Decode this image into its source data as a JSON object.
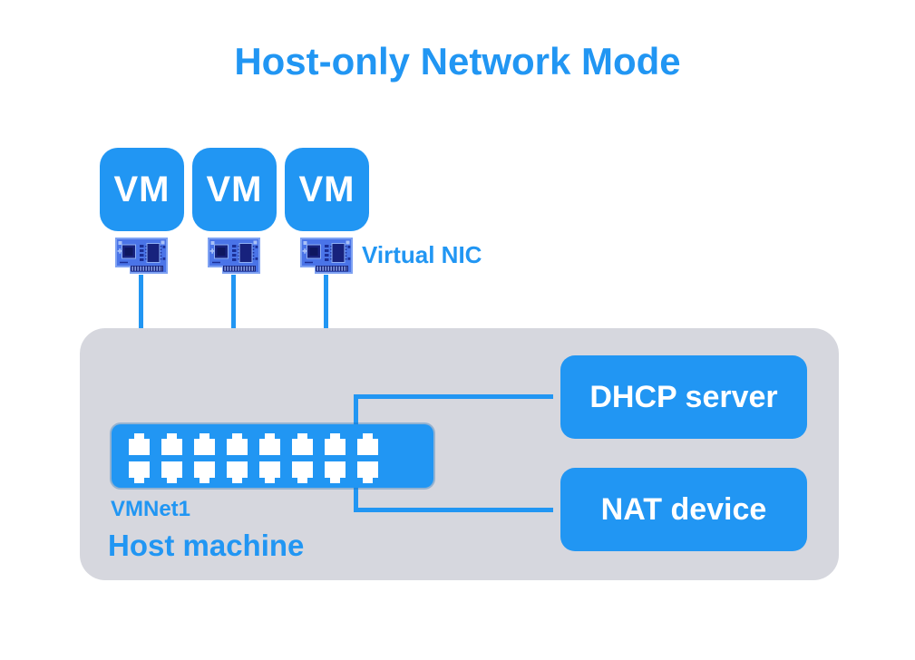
{
  "title": "Host-only Network Mode",
  "colors": {
    "primary_blue": "#2196f3",
    "host_box_gray": "#d6d7de",
    "text_on_blue": "#ffffff",
    "nic_card_blue": "#4a74e8",
    "nic_chip_navy": "#17227d"
  },
  "vms": [
    {
      "label": "VM"
    },
    {
      "label": "VM"
    },
    {
      "label": "VM"
    }
  ],
  "virtual_nic_label": "Virtual NIC",
  "host": {
    "switch_label": "VMNet1",
    "label": "Host machine",
    "switch_port_columns": 8,
    "switch_port_rows": 2
  },
  "services": [
    {
      "label": "DHCP server"
    },
    {
      "label": "NAT device"
    }
  ]
}
